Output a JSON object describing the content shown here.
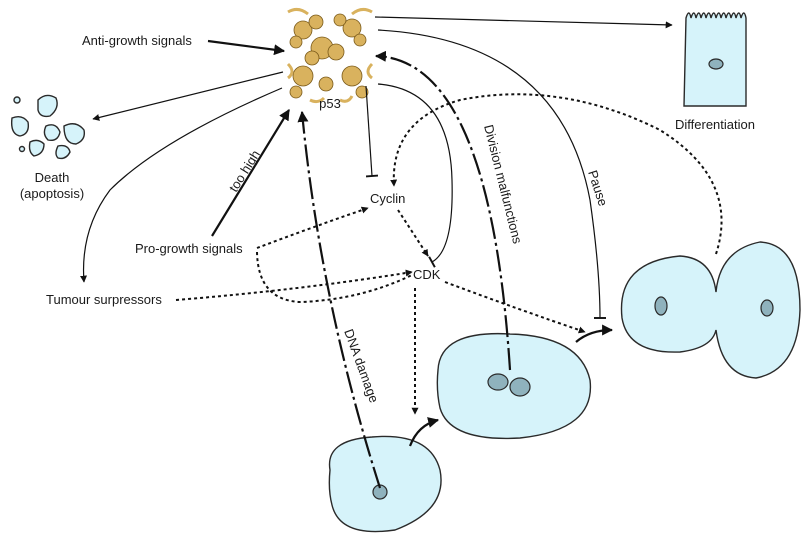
{
  "labels": {
    "anti_growth": "Anti-growth signals",
    "p53": "p53",
    "differentiation": "Differentiation",
    "death_line1": "Death",
    "death_line2": "(apoptosis)",
    "too_high": "too high",
    "pro_growth": "Pro-growth signals",
    "cyclin": "Cyclin",
    "cdk": "CDK",
    "tumour_suppressors": "Tumour surpressors",
    "dna_damage": "DNA damage",
    "division_malfunctions": "Division malfunctions",
    "pause": "Pause"
  },
  "colors": {
    "cell_fill": "#d6f3fa",
    "nucleus": "#8fb2bd",
    "protein": "#d9b25e"
  }
}
